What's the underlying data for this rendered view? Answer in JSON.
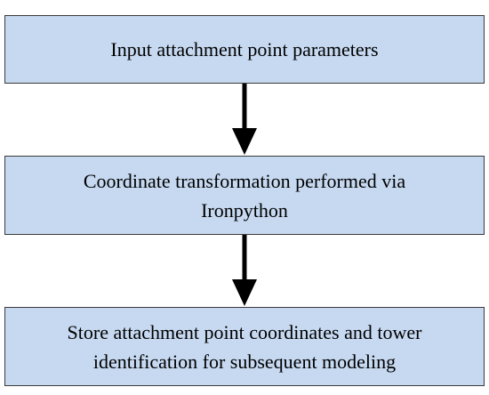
{
  "diagram": {
    "steps": [
      {
        "lines": [
          "Input attachment point parameters"
        ]
      },
      {
        "lines": [
          "Coordinate transformation performed via",
          "Ironpython"
        ]
      },
      {
        "lines": [
          "Store attachment point coordinates and tower",
          "identification for subsequent modeling"
        ]
      }
    ],
    "colors": {
      "box_fill": "#c6d9f1",
      "box_border": "#3a3a3a",
      "arrow": "#000000",
      "text": "#000000"
    }
  }
}
